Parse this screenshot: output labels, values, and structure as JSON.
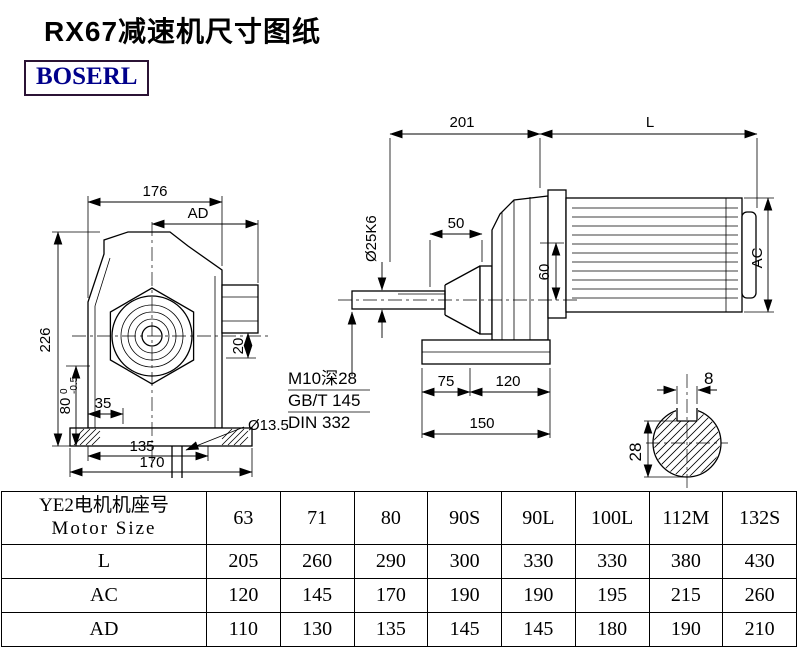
{
  "page": {
    "title": "RX67减速机尺寸图纸",
    "logo_text": "BOSERL"
  },
  "front_view": {
    "dim_176": "176",
    "dim_AD": "AD",
    "dim_226": "226",
    "dim_80": "80",
    "dim_80_tol_upper": "0",
    "dim_80_tol_lower": "-0.5",
    "dim_35": "35",
    "dim_135": "135",
    "dim_170": "170",
    "dim_20": "20",
    "dim_hole": "Ø13.5"
  },
  "side_view": {
    "dim_201": "201",
    "dim_L": "L",
    "dim_50": "50",
    "dim_shaft": "Ø25K6",
    "dim_60": "60",
    "dim_AC": "AC",
    "note_thread": "M10深28",
    "note_gbt": "GB/T 145",
    "note_din": "DIN 332",
    "dim_75": "75",
    "dim_120": "120",
    "dim_150": "150"
  },
  "shaft_view": {
    "dim_8": "8",
    "dim_28": "28"
  },
  "table": {
    "header_label_cn": "YE2电机机座号",
    "header_label_en": "Motor Size",
    "columns": [
      "63",
      "71",
      "80",
      "90S",
      "90L",
      "100L",
      "112M",
      "132S"
    ],
    "rows": [
      {
        "label": "L",
        "values": [
          "205",
          "260",
          "290",
          "300",
          "330",
          "330",
          "380",
          "430"
        ]
      },
      {
        "label": "AC",
        "values": [
          "120",
          "145",
          "170",
          "190",
          "190",
          "195",
          "215",
          "260"
        ]
      },
      {
        "label": "AD",
        "values": [
          "110",
          "130",
          "135",
          "145",
          "145",
          "180",
          "190",
          "210"
        ]
      }
    ]
  }
}
